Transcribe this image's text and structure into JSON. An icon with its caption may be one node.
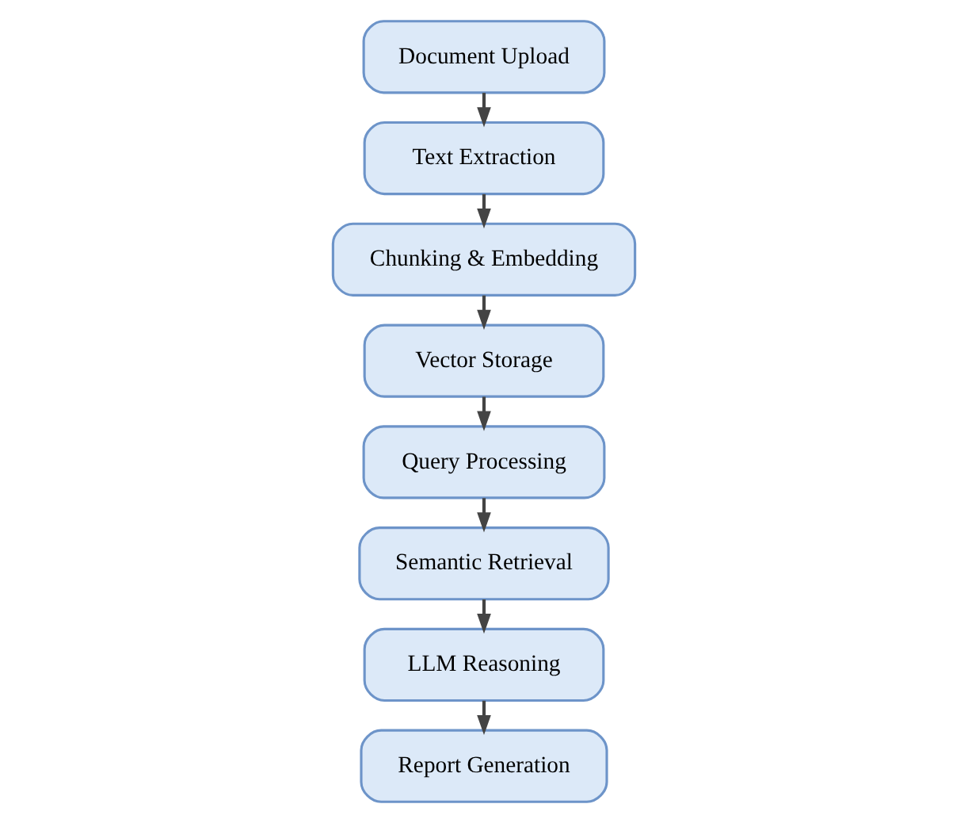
{
  "diagram": {
    "nodes": [
      {
        "text": [
          "Document Upload"
        ]
      },
      {
        "text": [
          "Text Extraction"
        ]
      },
      {
        "text": [
          "Chunking & Embedding"
        ]
      },
      {
        "text": [
          "Vector Storage"
        ]
      },
      {
        "text": [
          "Query Processing"
        ]
      },
      {
        "text": [
          "Semantic Retrieval"
        ]
      },
      {
        "text": [
          "LLM Reasoning"
        ]
      },
      {
        "text": [
          "Report Generation"
        ]
      }
    ],
    "edges": [
      {
        "from": 0,
        "to": 1,
        "arrow": "to"
      },
      {
        "from": 1,
        "to": 2,
        "arrow": "to"
      },
      {
        "from": 2,
        "to": 3,
        "arrow": "to"
      },
      {
        "from": 3,
        "to": 4,
        "arrow": "to"
      },
      {
        "from": 4,
        "to": 5,
        "arrow": "to"
      },
      {
        "from": 5,
        "to": 6,
        "arrow": "to"
      },
      {
        "from": 6,
        "to": 7,
        "arrow": "to"
      }
    ]
  }
}
